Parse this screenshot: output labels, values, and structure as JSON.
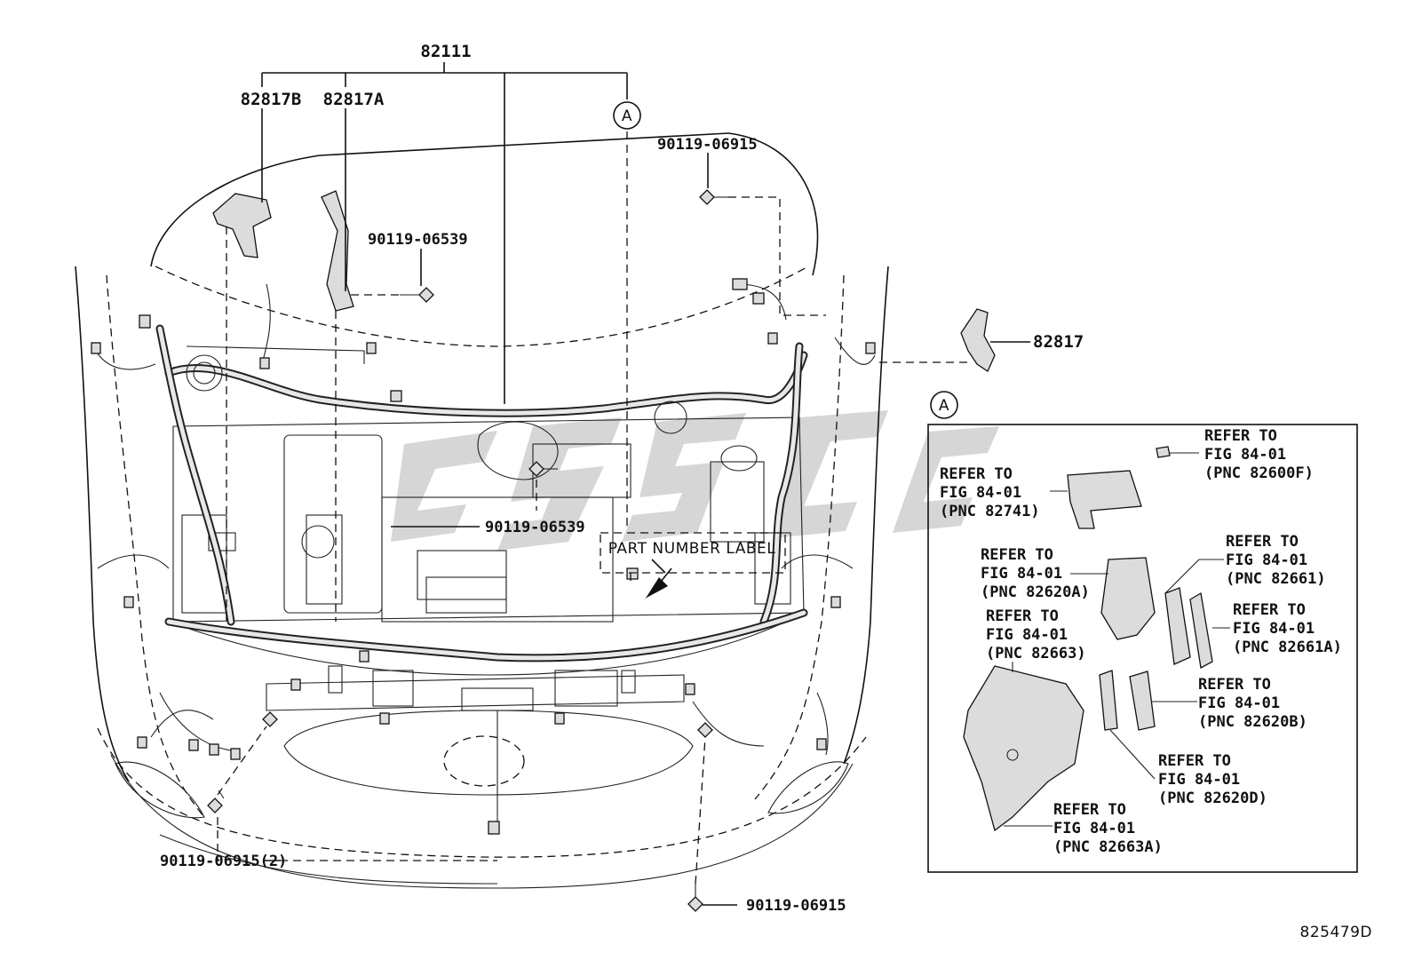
{
  "diagram": {
    "top_part": "82111",
    "parts": [
      "82817B",
      "82817A",
      "82817"
    ],
    "callout_letter": "A",
    "inset_letter": "A",
    "bolts": {
      "top_right": "90119-06915",
      "upper_mid": "90119-06539",
      "center": "90119-06539",
      "bottom_left": "90119-06915(2)",
      "bottom_mid": "90119-06915"
    },
    "label_note": "PART NUMBER LABEL",
    "inset_refs": [
      {
        "line1": "REFER TO",
        "line2": "FIG 84-01",
        "line3": "(PNC 82600F)"
      },
      {
        "line1": "REFER TO",
        "line2": "FIG 84-01",
        "line3": "(PNC 82741)"
      },
      {
        "line1": "REFER TO",
        "line2": "FIG 84-01",
        "line3": "(PNC 82620A)"
      },
      {
        "line1": "REFER TO",
        "line2": "FIG 84-01",
        "line3": "(PNC 82661)"
      },
      {
        "line1": "REFER TO",
        "line2": "FIG 84-01",
        "line3": "(PNC 82661A)"
      },
      {
        "line1": "REFER TO",
        "line2": "FIG 84-01",
        "line3": "(PNC 82663)"
      },
      {
        "line1": "REFER TO",
        "line2": "FIG 84-01",
        "line3": "(PNC 82620B)"
      },
      {
        "line1": "REFER TO",
        "line2": "FIG 84-01",
        "line3": "(PNC 82620D)"
      },
      {
        "line1": "REFER TO",
        "line2": "FIG 84-01",
        "line3": "(PNC 82663A)"
      }
    ],
    "figure_id": "825479D"
  }
}
